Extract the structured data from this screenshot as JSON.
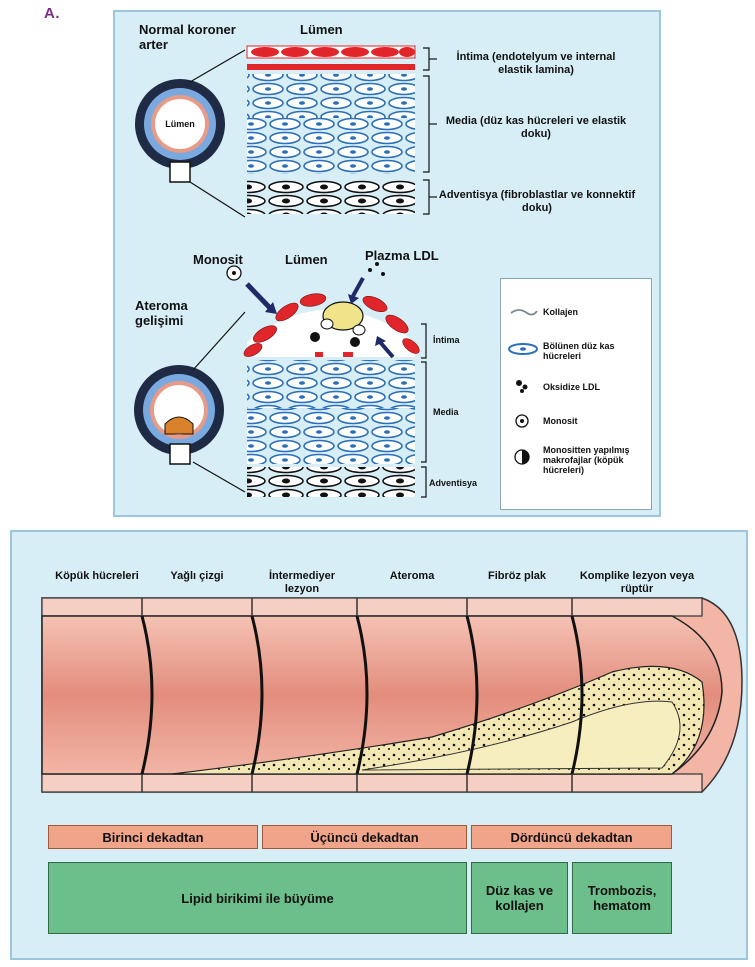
{
  "panel_a": {
    "letter": "A.",
    "normal": {
      "title": "Normal koroner arter",
      "lumen_top": "Lümen",
      "lumen_in_circle": "Lümen",
      "intima": "İntima (endotelyum ve internal elastik lamina)",
      "media": "Media (düz kas hücreleri ve elastik doku)",
      "adventitia": "Adventisya (fibroblastlar ve konnektif doku)"
    },
    "atheroma": {
      "title": "Ateroma gelişimi",
      "monocyte": "Monosit",
      "lumen": "Lümen",
      "plasma_ldl": "Plazma LDL",
      "intima": "İntima",
      "media": "Media",
      "adventitia": "Adventisya"
    },
    "legend": [
      {
        "icon": "collagen-icon",
        "label": "Kollajen"
      },
      {
        "icon": "smooth-muscle-cell-icon",
        "label": "Bölünen düz kas hücreleri"
      },
      {
        "icon": "oxidized-ldl-icon",
        "label": "Oksidize LDL"
      },
      {
        "icon": "monocyte-icon",
        "label": "Monosit"
      },
      {
        "icon": "macrophage-icon",
        "label": "Monositten yapılmış makrofajlar (köpük hücreleri)"
      }
    ]
  },
  "panel_b": {
    "stages": [
      "Köpük hücreleri",
      "Yağlı çizgi",
      "İntermediyer lezyon",
      "Ateroma",
      "Fibröz plak",
      "Komplike lezyon veya rüptür"
    ],
    "decades": [
      "Birinci dekadtan",
      "Üçüncü dekadtan",
      "Dördüncü dekadtan"
    ],
    "mechanisms": [
      "Lipid birikimi ile büyüme",
      "Düz kas ve kollajen",
      "Trombozis, hematom"
    ]
  },
  "colors": {
    "panel_bg": "#d8eef7",
    "artery_wall": "#e89a88",
    "plaque": "#f3e7b4",
    "smooth_muscle": "#4a8fd4",
    "endothelium": "#e0262b",
    "box_orange": "#f0a58a",
    "box_green": "#6cbf8a"
  }
}
